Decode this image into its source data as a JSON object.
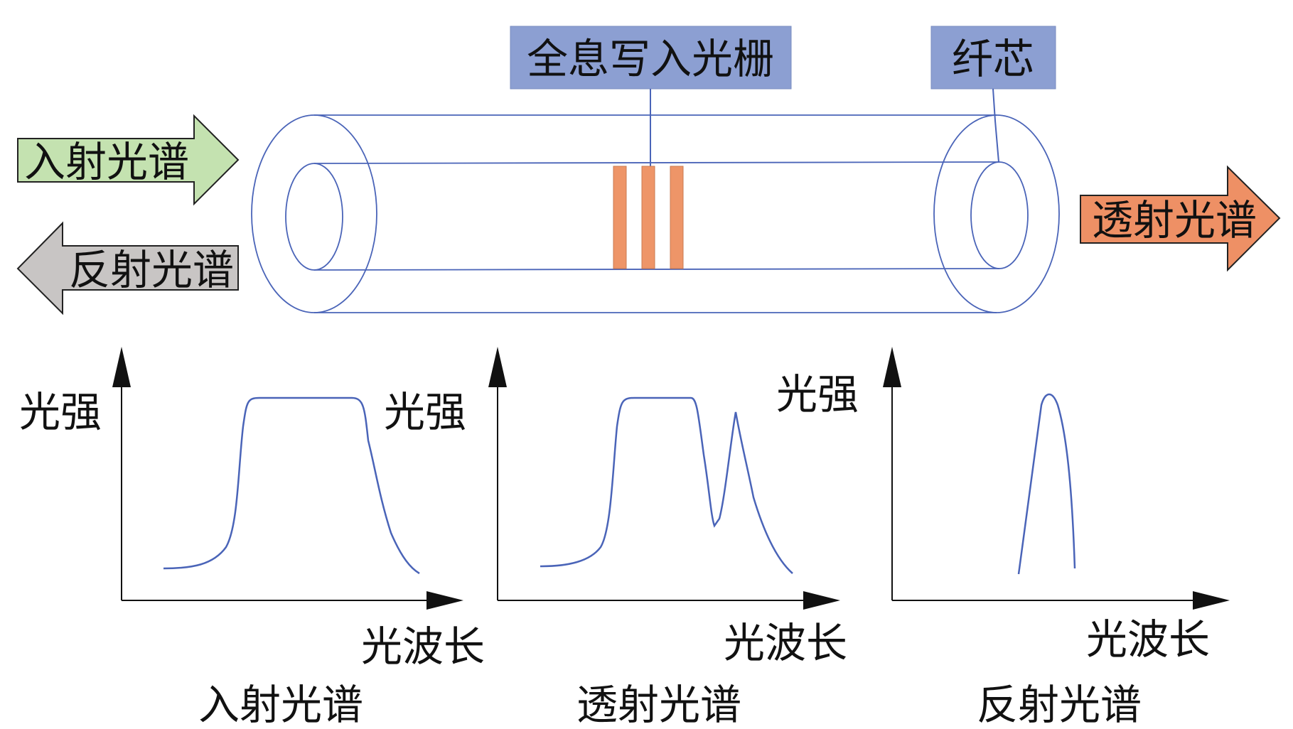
{
  "labels": {
    "grating": "全息写入光栅",
    "core": "纤芯"
  },
  "arrows": {
    "incident": "入射光谱",
    "reflected": "反射光谱",
    "transmitted": "透射光谱"
  },
  "plots": [
    {
      "ylabel": "光强",
      "xlabel": "光波长",
      "caption": "入射光谱"
    },
    {
      "ylabel": "光强",
      "xlabel": "光波长",
      "caption": "透射光谱"
    },
    {
      "ylabel": "光强",
      "xlabel": "光波长",
      "caption": "反射光谱"
    }
  ],
  "colors": {
    "fiber_line": "#4a64b8",
    "label_box": "#8c9fd2",
    "incident_arrow": "#c4e2b0",
    "reflected_arrow": "#c8c5c4",
    "transmitted_arrow": "#ee9065",
    "grating": "#ee9568"
  }
}
